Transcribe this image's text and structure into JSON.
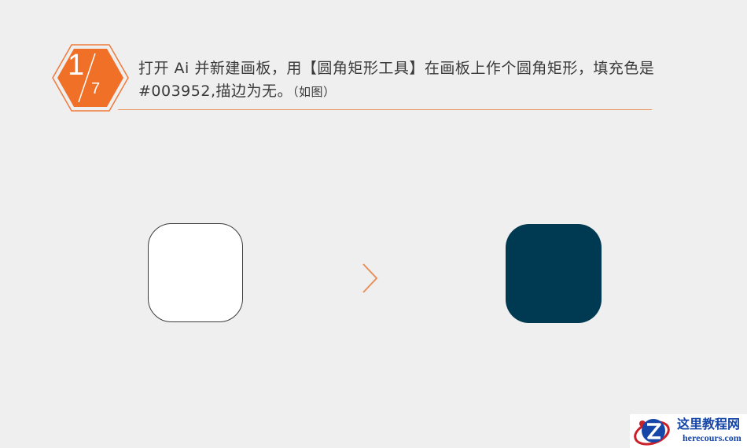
{
  "step": {
    "current": "1",
    "total": "7"
  },
  "instruction": {
    "text": "打开 Ai 并新建画板，用【圆角矩形工具】在画板上作个圆角矩形，填充色是 #003952,描边为无。",
    "note": "（如图）"
  },
  "illustration": {
    "before_fill": "#ffffff",
    "after_fill": "#003952",
    "arrow_icon": "chevron-right",
    "arrow_color": "#e88f5a"
  },
  "colors": {
    "accent": "#f07028",
    "rule": "#e99a66"
  },
  "watermark": {
    "site_name": "这里教程网",
    "url": "herecours.com"
  }
}
